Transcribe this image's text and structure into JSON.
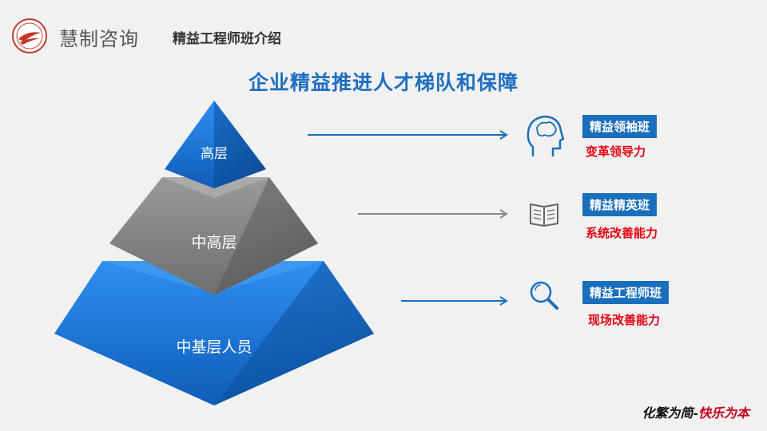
{
  "header": {
    "brand": "慧制咨询",
    "subtitle": "精益工程师班介绍"
  },
  "title": "企业精益推进人才梯队和保障",
  "pyramid": {
    "top": "高层",
    "middle": "中高层",
    "bottom": "中基层人员"
  },
  "programs": [
    {
      "name": "精益领袖班",
      "capability": "变革领导力",
      "icon": "head-icon"
    },
    {
      "name": "精益精英班",
      "capability": "系统改善能力",
      "icon": "book-icon"
    },
    {
      "name": "精益工程师班",
      "capability": "现场改善能力",
      "icon": "magnifier-icon"
    }
  ],
  "footer": {
    "slogan_left": "化繁为简-",
    "slogan_right": "快乐为本"
  },
  "colors": {
    "accent_blue": "#1a6fbd",
    "capability_red": "#e50012"
  }
}
